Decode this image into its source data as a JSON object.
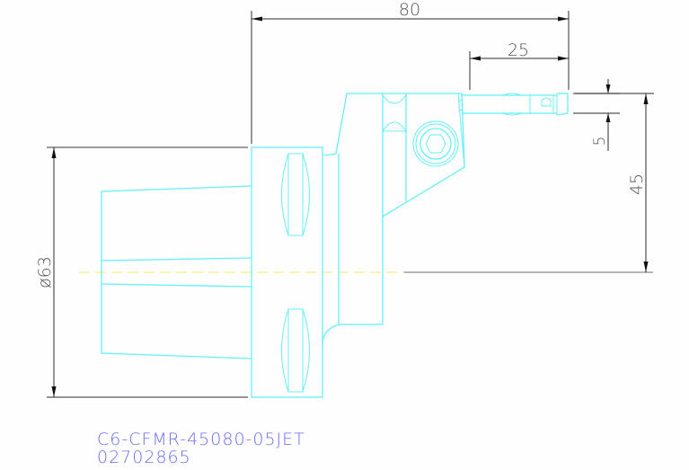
{
  "drawing": {
    "type": "technical-drawing",
    "subject": "cartridge tool holder side view",
    "colors": {
      "background": "#fdfefd",
      "geometry": "#66f0f7",
      "dimension": "#2a2a2a",
      "centerline": "#f6f27a",
      "label": "#6d6df2"
    },
    "dimensions": {
      "overall_length": "80",
      "tool_overhang": "25",
      "insert_width": "5",
      "center_height": "45",
      "diameter": "ø63"
    }
  },
  "title_block": {
    "part_number": "C6-CFMR-45080-05JET",
    "order_code": "02702865"
  }
}
